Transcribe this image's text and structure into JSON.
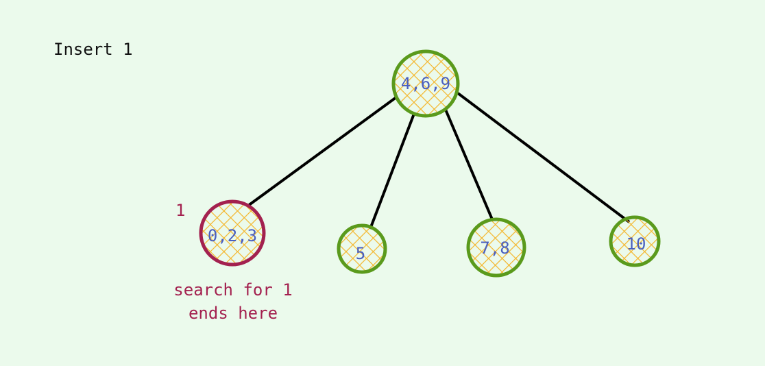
{
  "title": "Insert 1",
  "nodes": {
    "root": {
      "label": "4,6,9"
    },
    "child_0": {
      "label": "0,2,3"
    },
    "child_1": {
      "label": "5"
    },
    "child_2": {
      "label": "7,8"
    },
    "child_3": {
      "label": "10"
    }
  },
  "annotation": {
    "key_label": "1",
    "note_line1": "search for 1",
    "note_line2": "ends here"
  },
  "colors": {
    "background": "#ebfaec",
    "node_outline": "#5a9a1c",
    "highlight_outline": "#a3214f",
    "hatch": "#f4b52a",
    "label": "#4a5fbf",
    "edge": "#000000",
    "annotation": "#a3214f"
  }
}
